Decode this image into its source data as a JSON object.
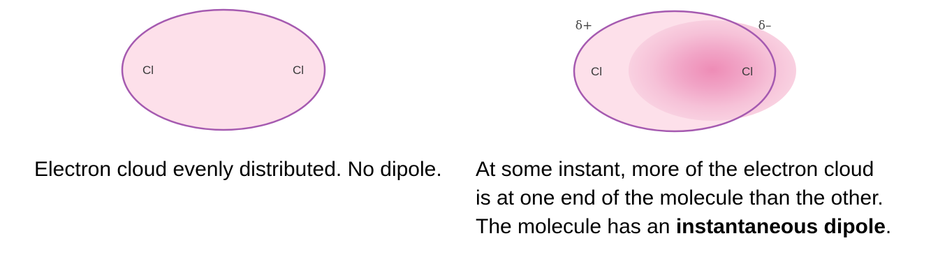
{
  "left_panel": {
    "atom_left": "Cl",
    "atom_right": "Cl",
    "caption": "Electron cloud evenly distributed. No dipole.",
    "fill_color": "#fde0ea",
    "outline_color": "#a55ab0"
  },
  "right_panel": {
    "atom_left": "Cl",
    "atom_right": "Cl",
    "charge_left": "δ+",
    "charge_right": "δ–",
    "caption_text": "At some instant, more of the electron cloud is at one end of the molecule than the other. The molecule has an",
    "caption_bold": "instantaneous dipole",
    "caption_end": ".",
    "fill_color_light": "#fde0ea",
    "fill_color_dense": "#ee8cb6",
    "outline_color": "#a55ab0"
  }
}
